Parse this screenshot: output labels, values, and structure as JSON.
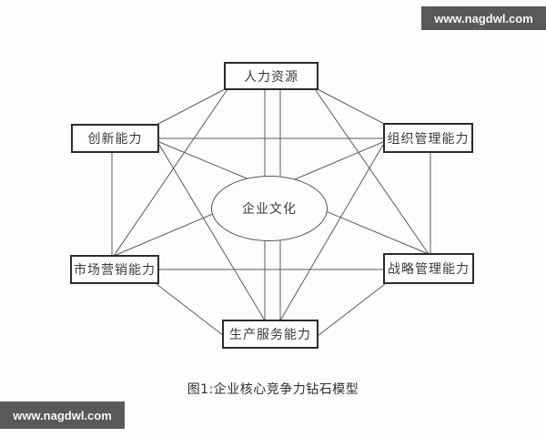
{
  "diagram": {
    "caption": "图1:企业核心竞争力钻石模型",
    "center": {
      "id": "corporate-culture",
      "label": "企业文化"
    },
    "nodes": [
      {
        "id": "top",
        "label": "人力资源"
      },
      {
        "id": "upper-left",
        "label": "创新能力"
      },
      {
        "id": "upper-right",
        "label": "组织管理能力"
      },
      {
        "id": "lower-left",
        "label": "市场营销能力"
      },
      {
        "id": "lower-right",
        "label": "战略管理能力"
      },
      {
        "id": "bottom",
        "label": "生产服务能力"
      }
    ],
    "edges": [
      [
        "top",
        "upper-left"
      ],
      [
        "top",
        "upper-right"
      ],
      [
        "top",
        "lower-left"
      ],
      [
        "top",
        "lower-right"
      ],
      [
        "top",
        "bottom"
      ],
      [
        "upper-left",
        "upper-right"
      ],
      [
        "upper-left",
        "lower-left"
      ],
      [
        "upper-left",
        "lower-right"
      ],
      [
        "upper-left",
        "bottom"
      ],
      [
        "upper-right",
        "lower-left"
      ],
      [
        "upper-right",
        "lower-right"
      ],
      [
        "upper-right",
        "bottom"
      ],
      [
        "lower-left",
        "lower-right"
      ],
      [
        "lower-left",
        "bottom"
      ],
      [
        "lower-right",
        "bottom"
      ]
    ]
  },
  "watermark": {
    "top_right": "www.nagdwl.com",
    "bottom_left": "www.nagdwl.com"
  },
  "colors": {
    "line": "#5a5a5a",
    "box_border": "#2b2b2b",
    "watermark_bg": "#59595b",
    "watermark_text": "#f7f7f7"
  }
}
